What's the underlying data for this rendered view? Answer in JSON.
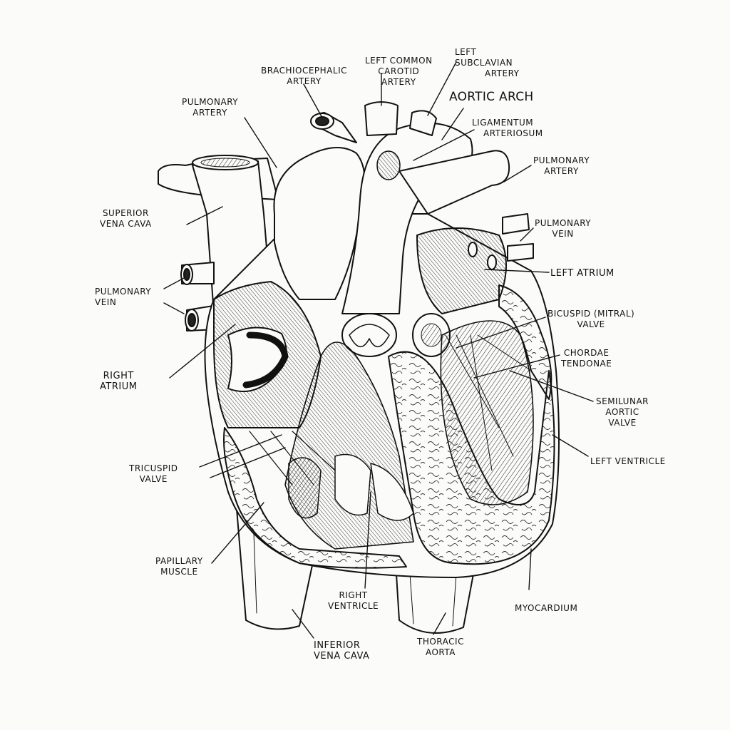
{
  "labels": {
    "brachiocephalic_artery": [
      "BRACHIOCEPHALIC",
      "ARTERY"
    ],
    "left_common_carotid_artery": [
      "LEFT COMMON",
      "CAROTID",
      "ARTERY"
    ],
    "left_subclavian_artery": [
      "LEFT",
      "SUBCLAVIAN",
      "ARTERY"
    ],
    "aortic_arch": "AORTIC ARCH",
    "ligamentum_arteriosum": [
      "LIGAMENTUM",
      "ARTERIOSUM"
    ],
    "pulmonary_artery_left": [
      "PULMONARY",
      "ARTERY"
    ],
    "pulmonary_artery_right": [
      "PULMONARY",
      "ARTERY"
    ],
    "superior_vena_cava": [
      "SUPERIOR",
      "VENA CAVA"
    ],
    "pulmonary_vein_left": [
      "PULMONARY",
      "VEIN"
    ],
    "pulmonary_vein_right": [
      "PULMONARY",
      "VEIN"
    ],
    "left_atrium": "LEFT ATRIUM",
    "bicuspid_valve": [
      "BICUSPID (MITRAL)",
      "VALVE"
    ],
    "chordae_tendonae": [
      "CHORDAE",
      "TENDONAE"
    ],
    "semilunar_aortic_valve": [
      "SEMILUNAR",
      "AORTIC",
      "VALVE"
    ],
    "right_atrium": [
      "RIGHT",
      "ATRIUM"
    ],
    "left_ventricle": "LEFT VENTRICLE",
    "tricuspid_valve": [
      "TRICUSPID",
      "VALVE"
    ],
    "papillary_muscle": [
      "PAPILLARY",
      "MUSCLE"
    ],
    "right_ventricle": [
      "RIGHT",
      "VENTRICLE"
    ],
    "myocardium": "MYOCARDIUM",
    "inferior_vena_cava": [
      "INFERIOR",
      "VENA CAVA"
    ],
    "thoracic_aorta": [
      "THORACIC",
      "AORTA"
    ]
  },
  "colors": {
    "ink": "#111111",
    "paper": "#fbfbfa",
    "muscle": "#f2f2f0",
    "shade": "#cfcfcc"
  }
}
